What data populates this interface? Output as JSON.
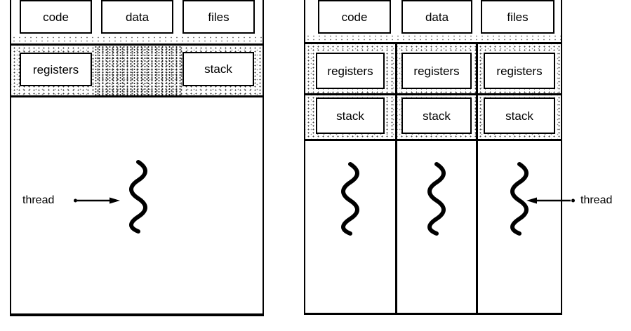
{
  "left_process": {
    "memory_boxes": {
      "code": "code",
      "data": "data",
      "files": "files"
    },
    "registers_label": "registers",
    "stack_label": "stack",
    "thread_label": "thread"
  },
  "right_process": {
    "memory_boxes": {
      "code": "code",
      "data": "data",
      "files": "files"
    },
    "threads": [
      {
        "registers": "registers",
        "stack": "stack"
      },
      {
        "registers": "registers",
        "stack": "stack"
      },
      {
        "registers": "registers",
        "stack": "stack"
      }
    ],
    "thread_label": "thread"
  },
  "colors": {
    "ink": "#000000",
    "paper": "#ffffff"
  }
}
